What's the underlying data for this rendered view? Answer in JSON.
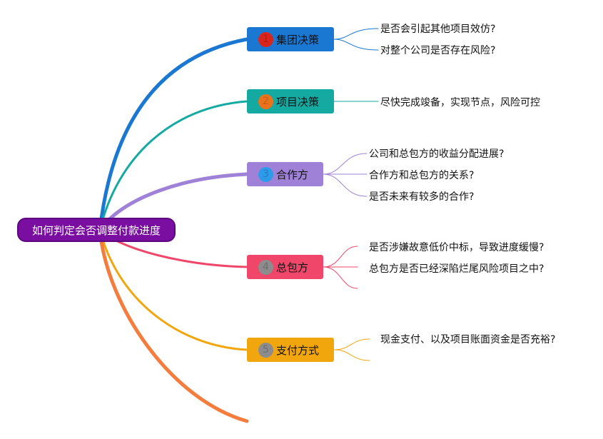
{
  "root": {
    "label": "如何判定会否调整付款进度"
  },
  "topics": [
    {
      "badge": "1",
      "label": "集团决策",
      "color": "#1a78d3",
      "leaves": [
        "是否会引起其他项目效仿?",
        "对整个公司是否存在风险?"
      ]
    },
    {
      "badge": "2",
      "label": "项目决策",
      "color": "#14aaa2",
      "leaves": [
        "尽快完成竣备，实现节点，风险可控"
      ]
    },
    {
      "badge": "3",
      "label": "合作方",
      "color": "#9f82d8",
      "leaves": [
        "公司和总包方的收益分配进展?",
        "合作方和总包方的关系?",
        "是否未来有较多的合作?"
      ]
    },
    {
      "badge": "4",
      "label": "总包方",
      "color": "#f0466a",
      "leaves": [
        "是否涉嫌故意低价中标，导致进度缓慢?",
        "总包方是否已经深陷烂尾风险项目之中?"
      ]
    },
    {
      "badge": "5",
      "label": "支付方式",
      "color": "#f2a60e",
      "leaves": [
        "现金支付、以及项目账面资金是否充裕?"
      ]
    }
  ],
  "extra_branch_color": "#f47c3c"
}
